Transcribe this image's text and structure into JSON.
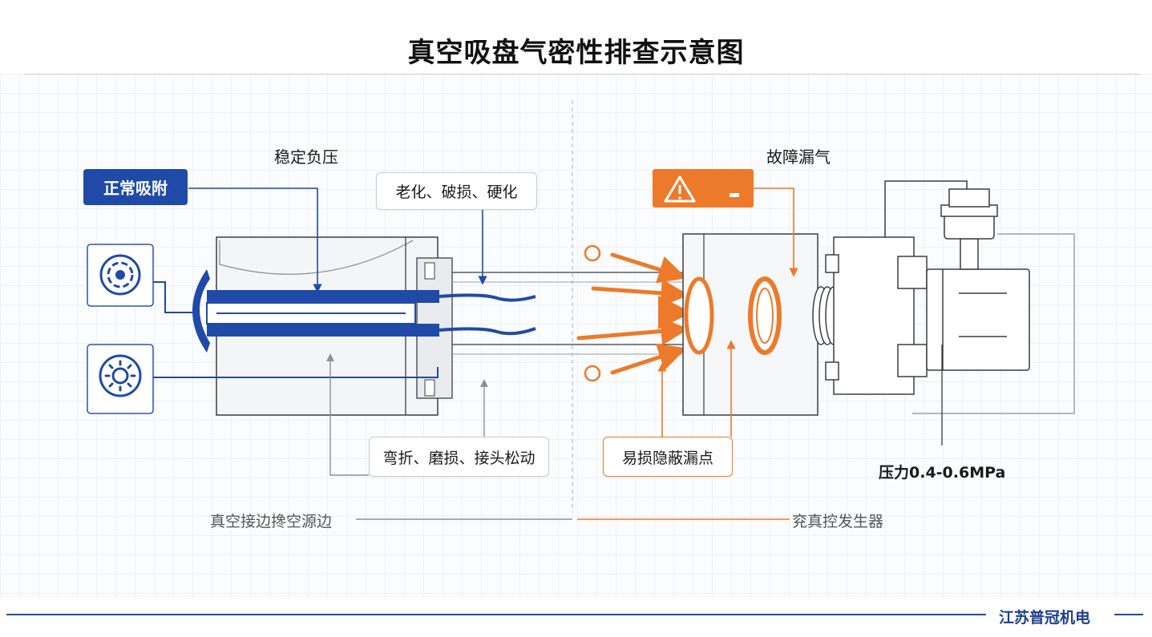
{
  "title": "真空吸盘气密性排查示意图",
  "left_panel": {
    "heading": "稳定负压",
    "tag_normal": "正常吸附",
    "tag_aging": "老化、破损、硬化",
    "tag_bend": "弯折、磨损、接头松动",
    "bottom_label": "真空接边搀空源边"
  },
  "right_panel": {
    "heading": "故障漏气",
    "tag_weak_point": "易损隐蔽漏点",
    "pressure_label": "压力0.4-0.6MPa",
    "bottom_label": "兖真控发生器"
  },
  "footer": {
    "company": "江苏普冠机电"
  },
  "colors": {
    "blue": "#1f4aa8",
    "orange": "#ec7a2a",
    "gray_line": "#8a8f96"
  },
  "icons": [
    "suction-ring-icon",
    "gear-sun-icon",
    "warning-triangle-icon"
  ]
}
